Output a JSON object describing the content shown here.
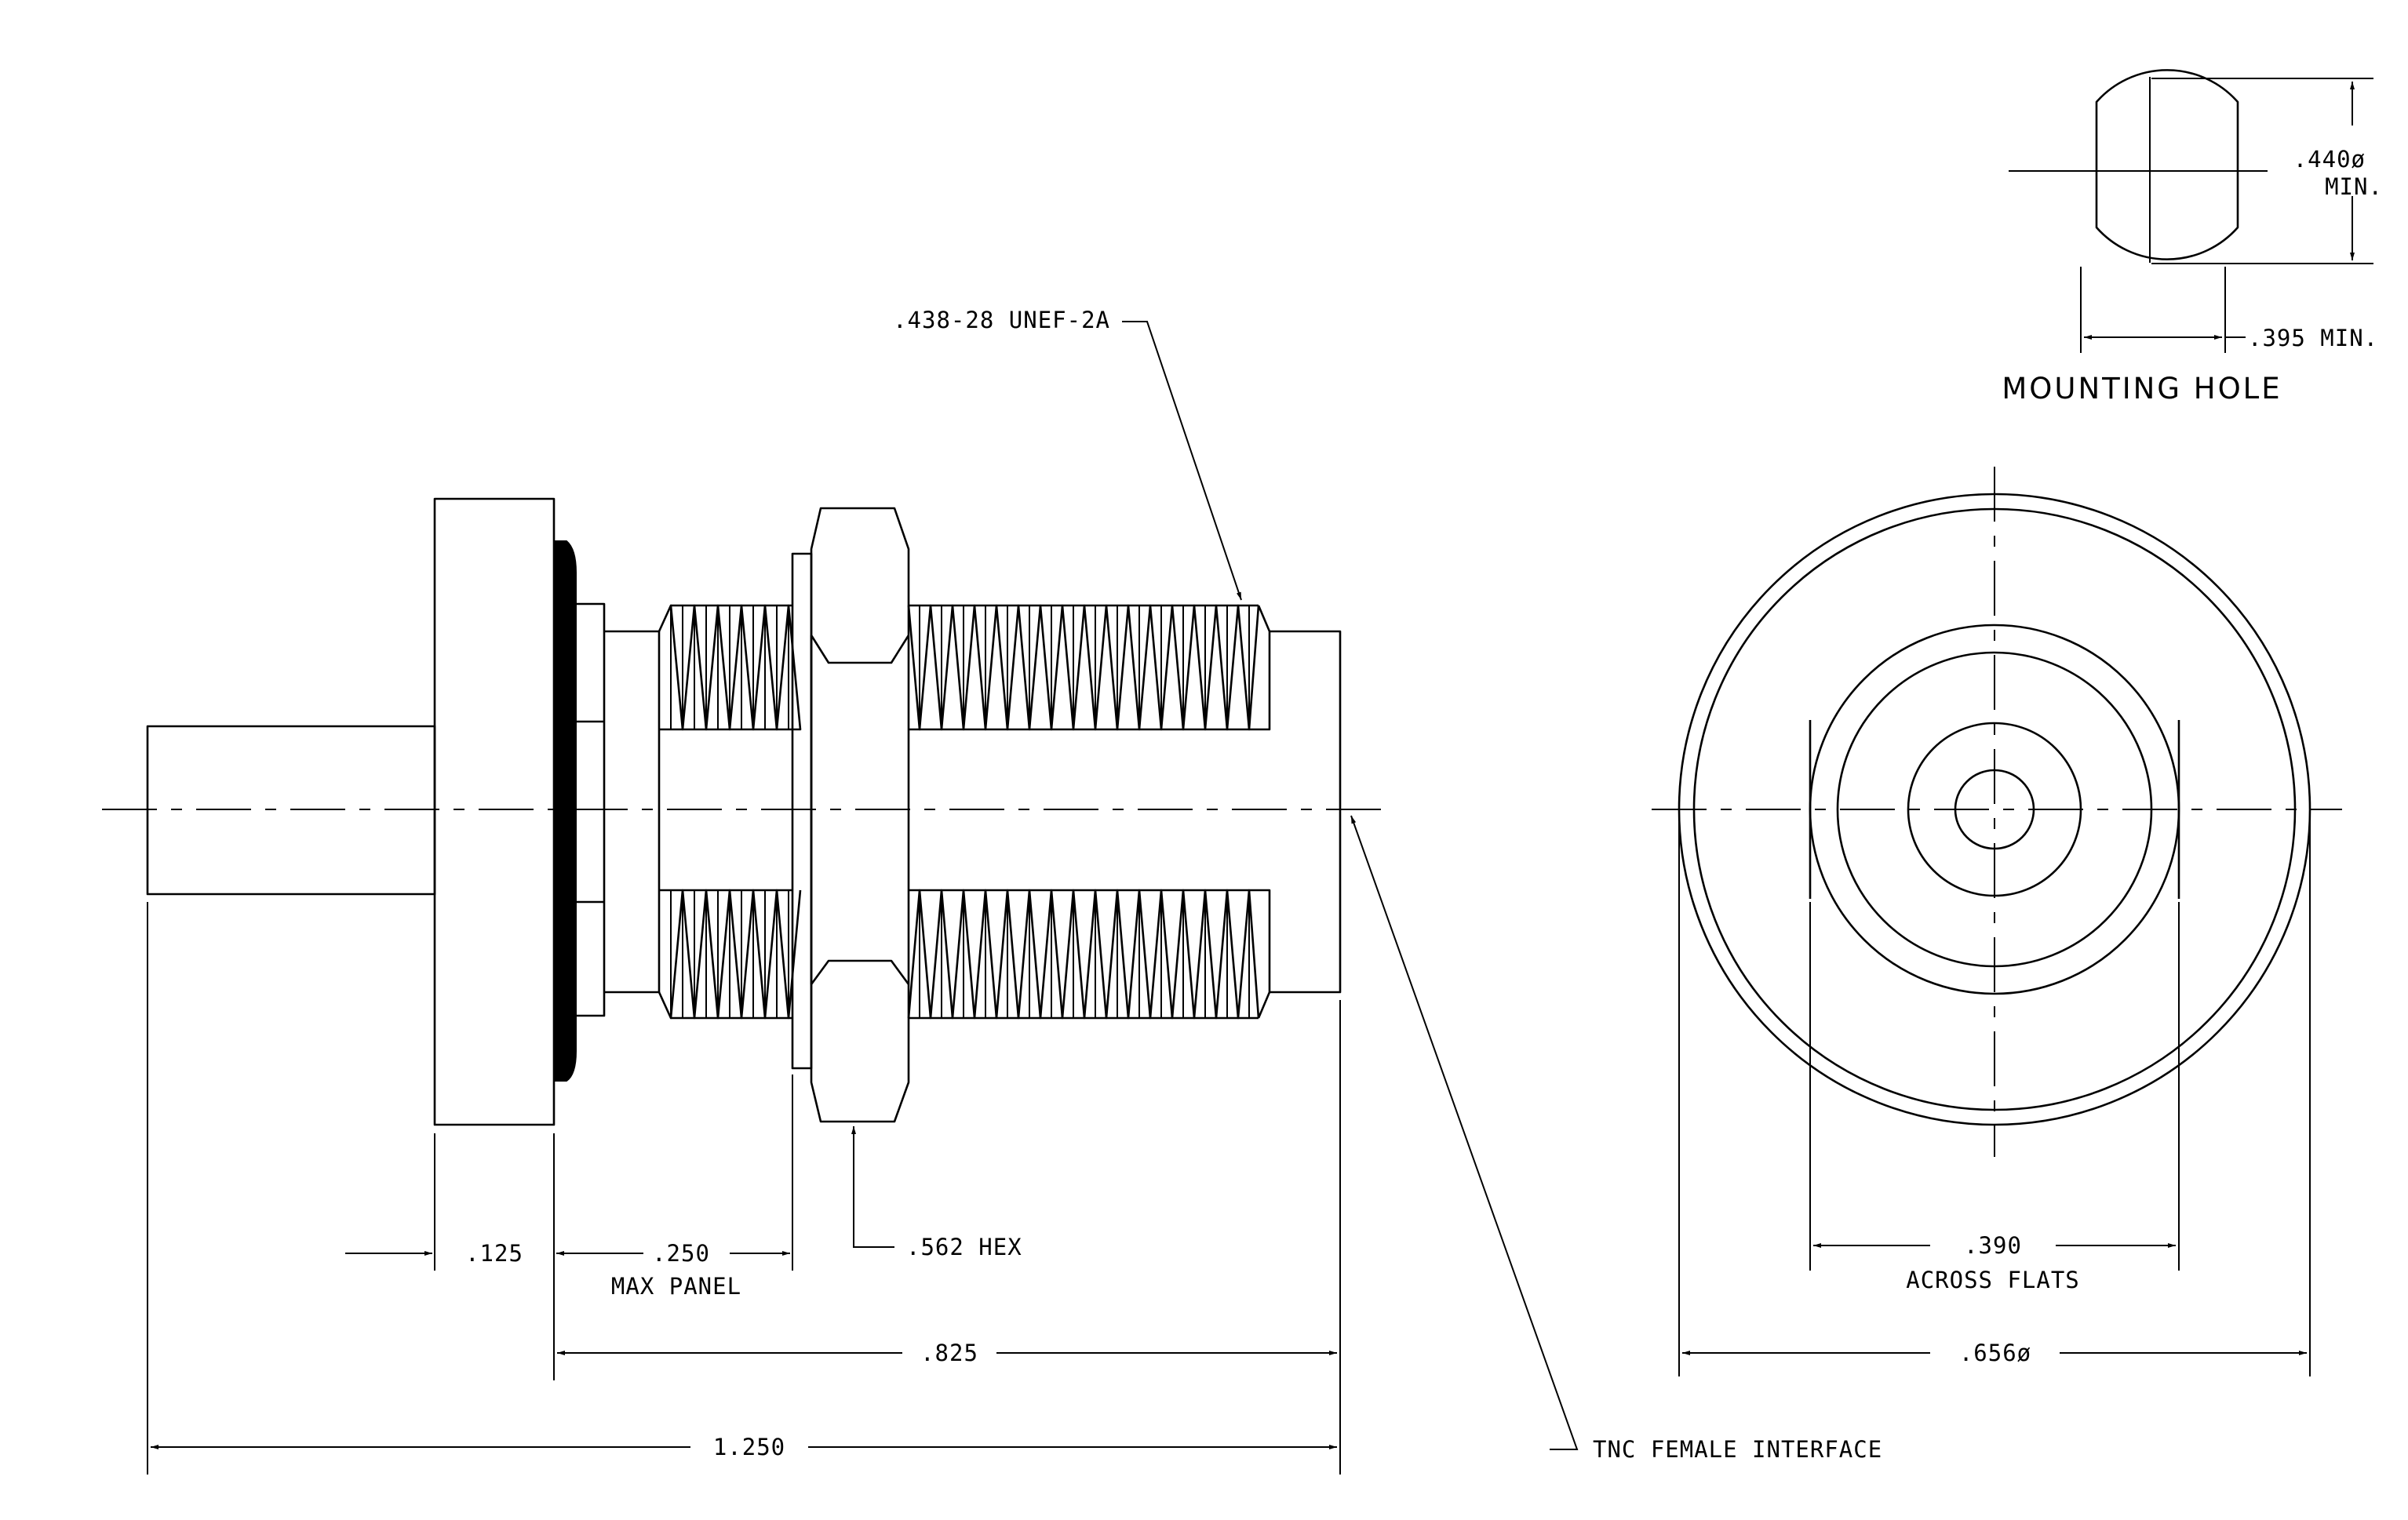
{
  "mounting_hole": {
    "title": "MOUNTING HOLE",
    "height_value": ".440ø",
    "height_note": "MIN.",
    "width": ".395 MIN."
  },
  "side_view": {
    "thread_callout": ".438-28 UNEF-2A",
    "flange_thickness": ".125",
    "max_panel_value": ".250",
    "max_panel_label": "MAX PANEL",
    "hex_callout": ".562 HEX",
    "body_length": ".825",
    "overall_length": "1.250"
  },
  "end_view": {
    "flats_value": ".390",
    "flats_label": "ACROSS FLATS",
    "outer_diameter": ".656ø"
  },
  "interface_callout": "TNC FEMALE INTERFACE"
}
